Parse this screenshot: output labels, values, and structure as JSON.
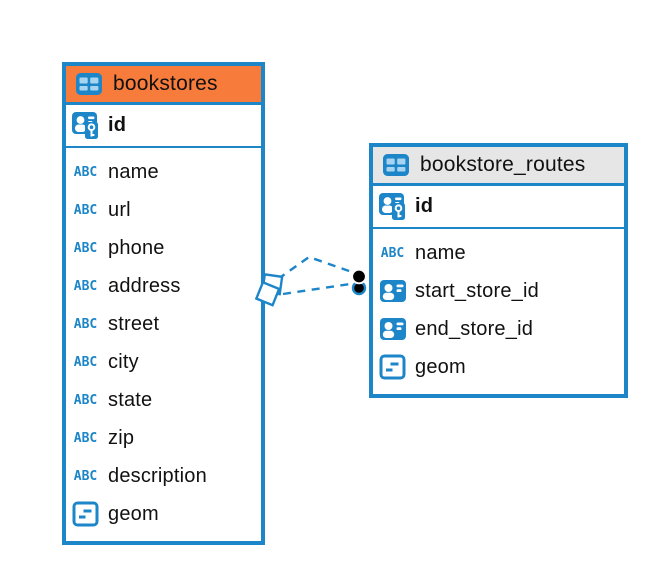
{
  "diagram": {
    "tables": [
      {
        "name": "bookstores",
        "icon": "table",
        "header_color": "#F77C3C",
        "columns": [
          {
            "name": "id",
            "icon": "primary-key"
          },
          {
            "name": "name",
            "icon": "text"
          },
          {
            "name": "url",
            "icon": "text"
          },
          {
            "name": "phone",
            "icon": "text"
          },
          {
            "name": "address",
            "icon": "text"
          },
          {
            "name": "street",
            "icon": "text"
          },
          {
            "name": "city",
            "icon": "text"
          },
          {
            "name": "state",
            "icon": "text"
          },
          {
            "name": "zip",
            "icon": "text"
          },
          {
            "name": "description",
            "icon": "text"
          },
          {
            "name": "geom",
            "icon": "geometry"
          }
        ]
      },
      {
        "name": "bookstore_routes",
        "icon": "table",
        "header_color": "#E6E6E6",
        "columns": [
          {
            "name": "id",
            "icon": "primary-key"
          },
          {
            "name": "name",
            "icon": "text"
          },
          {
            "name": "start_store_id",
            "icon": "foreign-key"
          },
          {
            "name": "end_store_id",
            "icon": "foreign-key"
          },
          {
            "name": "geom",
            "icon": "geometry"
          }
        ]
      }
    ],
    "relationships": [
      {
        "style": "dashed",
        "from_table": "bookstores",
        "to_table": "bookstore_routes"
      },
      {
        "style": "dashed",
        "from_table": "bookstores",
        "to_table": "bookstore_routes"
      }
    ],
    "colors": {
      "accent_blue": "#1D86C8",
      "header_orange": "#F77C3C",
      "header_gray": "#E6E6E6",
      "icon_cell_blue": "#A9D4F0",
      "text": "#111111",
      "endpoint_black": "#000000"
    }
  }
}
